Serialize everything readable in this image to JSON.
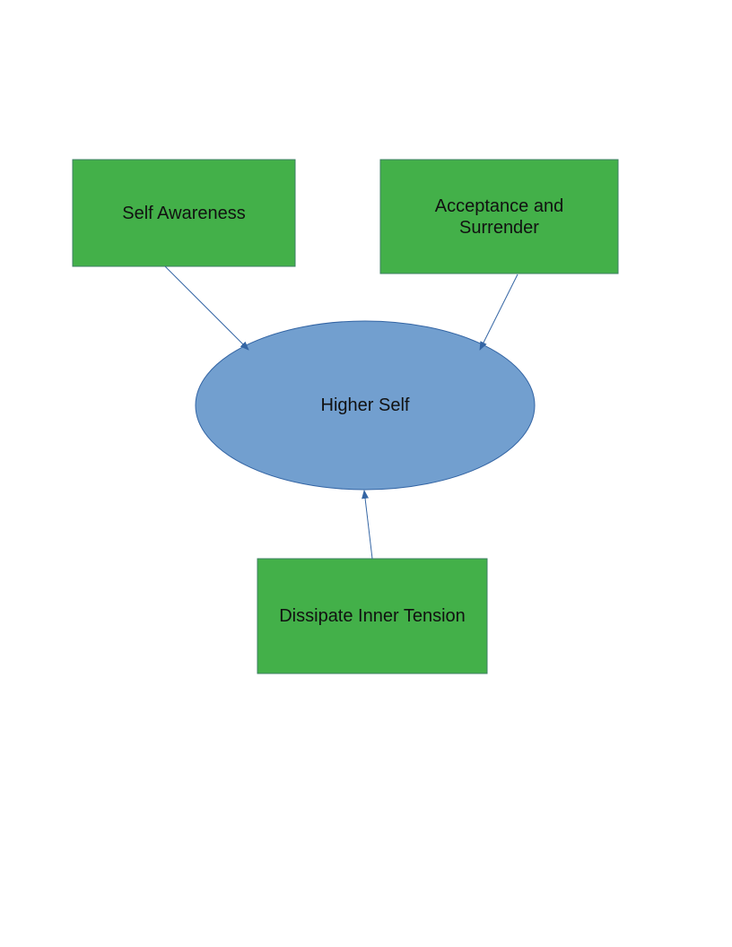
{
  "nodes": {
    "self_awareness": "Self Awareness",
    "acceptance": "Acceptance and Surrender",
    "higher_self": "Higher Self",
    "dissipate": "Dissipate Inner Tension"
  },
  "colors": {
    "box_fill": "#43b049",
    "box_stroke": "#3d7f63",
    "ellipse_fill": "#729fcf",
    "ellipse_stroke": "#3465a4",
    "arrow": "#3465a4"
  }
}
